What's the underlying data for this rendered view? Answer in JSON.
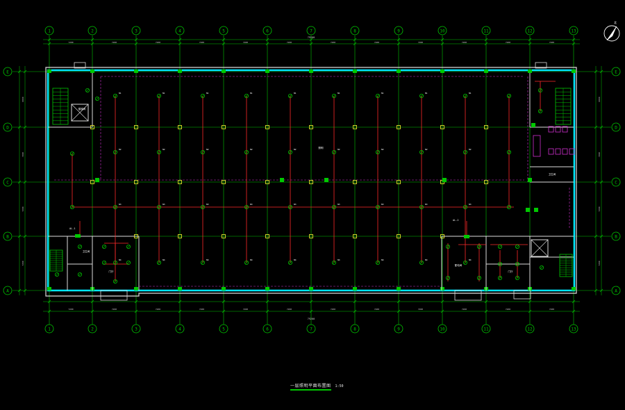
{
  "axes": {
    "columns": [
      "1",
      "2",
      "3",
      "4",
      "5",
      "6",
      "7",
      "8",
      "9",
      "10",
      "11",
      "12",
      "13"
    ],
    "rows": [
      "E",
      "D",
      "C",
      "B",
      "A"
    ]
  },
  "dimensions": {
    "span": "7200",
    "total": "79200",
    "bay": [
      "6000",
      "7200",
      "7200",
      "7200"
    ]
  },
  "north_label": "北",
  "title": {
    "text": "一层照明平面布置图",
    "scale": "1:50"
  },
  "rooms": {
    "stair": "楼梯间",
    "toilet": "卫生间",
    "electrical": "配电间",
    "entrance": "门厅"
  },
  "panels": {
    "left": "AL-1",
    "right": "AL-2",
    "center": "照明"
  },
  "colors": {
    "wall": "#00e5ff",
    "grid": "#00c800",
    "circuit": "#ff2a2a",
    "dashed": "#d030d0",
    "fixture": "#ffff33",
    "text": "#ffffff"
  }
}
